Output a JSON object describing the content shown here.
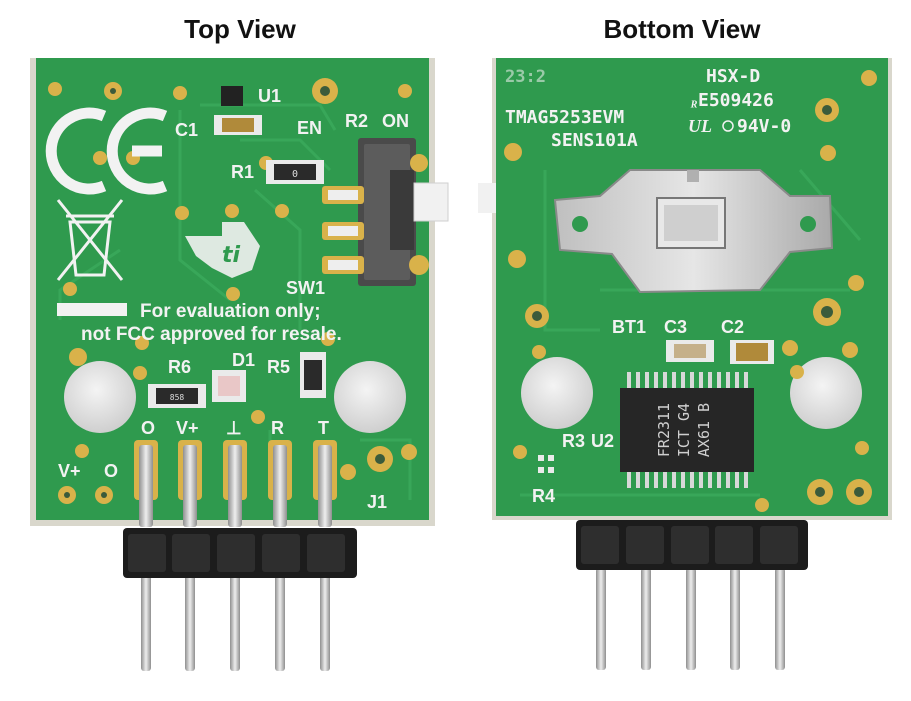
{
  "titles": {
    "top": "Top View",
    "bottom": "Bottom View"
  },
  "top_board": {
    "refdes": [
      "U1",
      "C1",
      "EN",
      "R2",
      "ON",
      "R1",
      "SW1",
      "R6",
      "D1",
      "R5",
      "J1"
    ],
    "pin_labels": [
      "O",
      "V+",
      "⊥",
      "R",
      "T"
    ],
    "side_labels": [
      "V+",
      "O"
    ],
    "notice_line1": "For evaluation only;",
    "notice_line2": "not FCC approved for resale.",
    "resistor_marking": "0",
    "r6_marking": "858",
    "marks": [
      "CE",
      "WEEE",
      "TI logo"
    ]
  },
  "bottom_board": {
    "batch": "23:2",
    "manufacturer": "HSX-D",
    "ul_file": "E509426",
    "flammability": "94V-0",
    "board_name": "TMAG5253EVM",
    "part_number": "SENS101A",
    "refdes": [
      "BT1",
      "C3",
      "C2",
      "R3",
      "U2",
      "R4"
    ],
    "ic_lines": [
      "FR2311",
      "ICT G4",
      "AX61 B"
    ]
  },
  "colors": {
    "pcb": "#2f9a4e",
    "silkscreen": "#f2f2f2",
    "pad_gold": "#d9b24a",
    "header_plastic": "#1a1a1a",
    "pin_metal": "#c9c9c9"
  }
}
